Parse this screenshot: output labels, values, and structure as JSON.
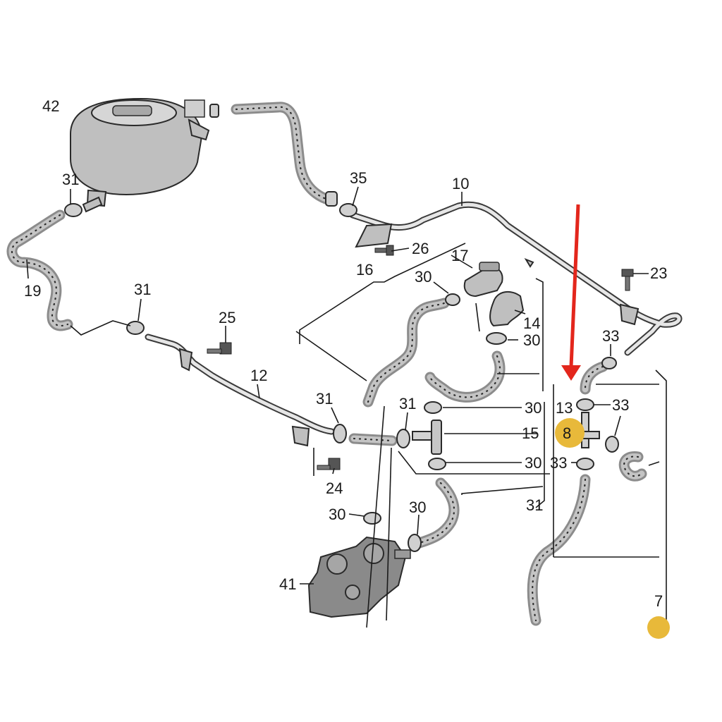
{
  "labels": {
    "l42": "42",
    "l31a": "31",
    "l35": "35",
    "l10": "10",
    "l26": "26",
    "l19": "19",
    "l16": "16",
    "l17": "17",
    "l23": "23",
    "l31b": "31",
    "l30a": "30",
    "l25": "25",
    "l14": "14",
    "l30b": "30",
    "l33a": "33",
    "l12": "12",
    "l31c": "31",
    "l31d": "31",
    "l30c": "30",
    "l13": "13",
    "l33b": "33",
    "l15": "15",
    "l8": "8",
    "l33c": "33",
    "l30d": "30",
    "l24": "24",
    "l31e": "31",
    "l30e": "30",
    "l30f": "30",
    "l41": "41",
    "l7": "7"
  },
  "colors": {
    "highlight_marker": "#e8b93a",
    "arrow": "#e3261c"
  }
}
